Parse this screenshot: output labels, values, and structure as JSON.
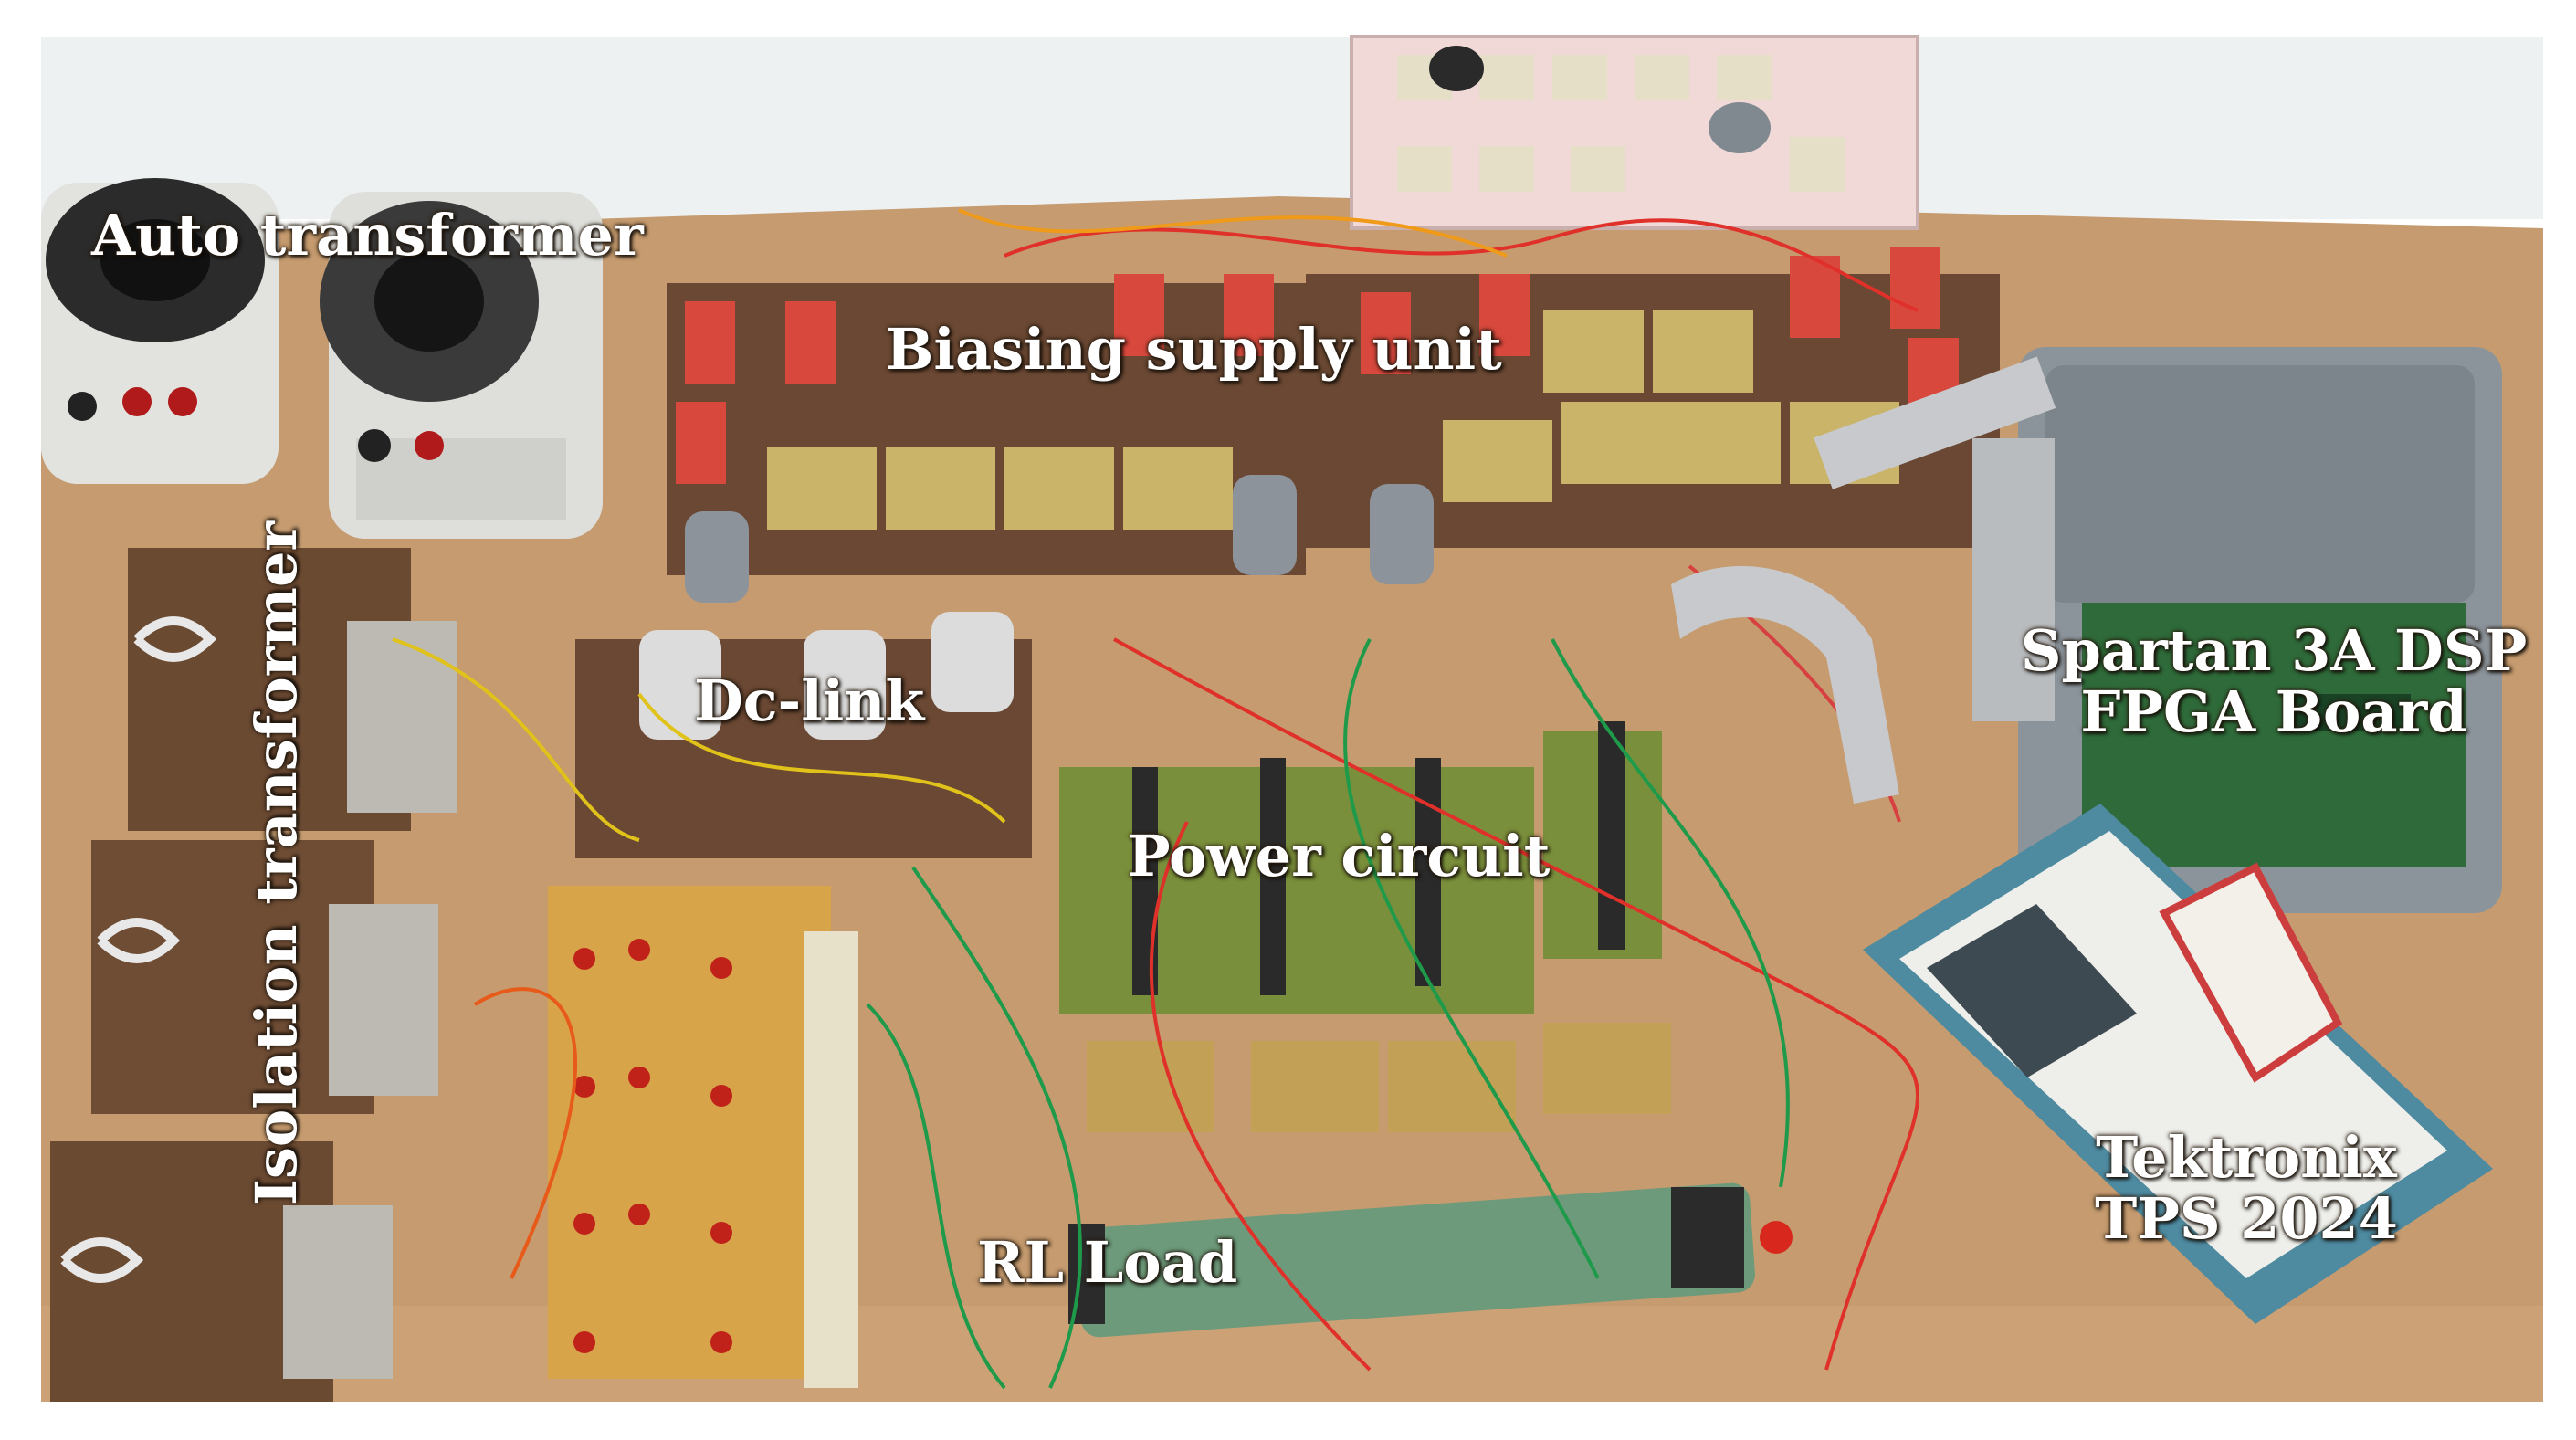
{
  "labels": {
    "auto_transformer": "Auto transformer",
    "biasing_supply_unit": "Biasing supply unit",
    "isolation_transformer": "Isolation transformer",
    "dc_link": "Dc-link",
    "power_circuit": "Power circuit",
    "fpga_board_line1": "Spartan 3A DSP",
    "fpga_board_line2": "FPGA Board",
    "oscilloscope_line1": "Tektronix",
    "oscilloscope_line2": "TPS 2024",
    "rl_load": "RL Load"
  },
  "colors": {
    "wall": "#f2f4f5",
    "table": "#c49a6e",
    "board_brown": "#6b4a32",
    "pcb_green": "#7d8f3c",
    "wire_red": "#e0302a",
    "wire_green": "#1f9a4a",
    "label_text": "#ffffff"
  }
}
